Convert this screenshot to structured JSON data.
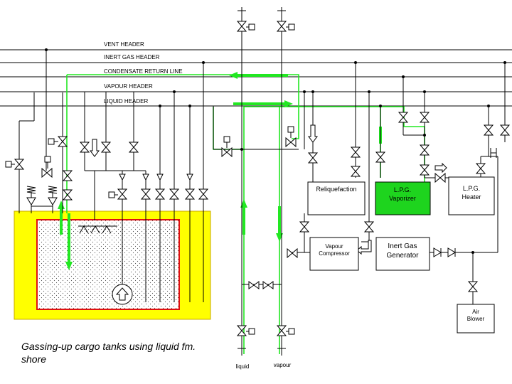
{
  "headers": [
    "VENT HEADER",
    "INERT GAS HEADER",
    "CONDENSATE RETURN LINE",
    "VAPOUR HEADER",
    "LIQUID HEADER"
  ],
  "equipment": {
    "reliquefaction": [
      "Reliquefaction"
    ],
    "lpg_vaporizer": [
      "L.P.G.",
      "Vaporizer"
    ],
    "lpg_heater": [
      "L.P.G.",
      "Heater"
    ],
    "vapour_compressor": [
      "Vapour",
      "Compressor"
    ],
    "inert_gas_generator": [
      "Inert Gas",
      "Generator"
    ],
    "air_blower": [
      "Air",
      "Blower"
    ]
  },
  "shore_connections": {
    "liquid": "liquid",
    "vapour": "vapour"
  },
  "caption": "Gassing-up cargo tanks using liquid fm. shore",
  "colors": {
    "tank_outer": "#ffff00",
    "tank_border": "#e01010",
    "flow_highlight": "#22e822",
    "vaporizer_fill": "#1ed41e"
  }
}
